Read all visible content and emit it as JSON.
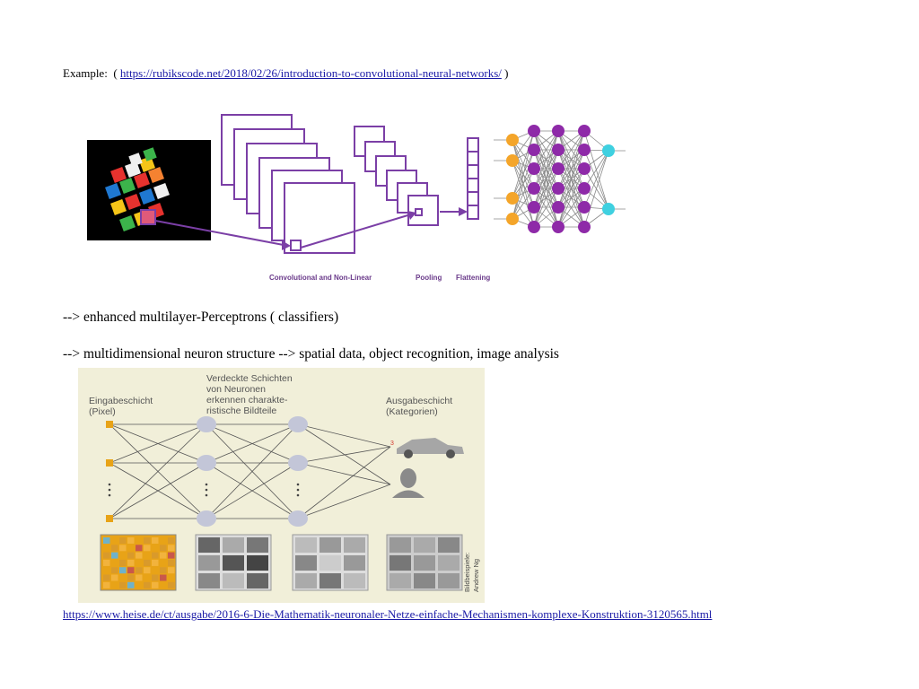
{
  "example": {
    "label": "Example:",
    "open_paren": "(",
    "link_text": "https://rubikscode.net/2018/02/26/introduction-to-convolutional-neural-networks/",
    "close_paren": ")"
  },
  "cnn_figure": {
    "labels": {
      "conv": "Convolutional and Non-Linear",
      "pooling": "Pooling",
      "flattening": "Flattening"
    },
    "colors": {
      "purple": "#7b3fa6",
      "node_purple": "#8e2aa8",
      "input_orange": "#f4a52a",
      "output_cyan": "#3fd0e0"
    }
  },
  "bullets": [
    "-->  enhanced multilayer-Perceptrons  ( classifiers)",
    "--> multidimensional neuron structure --> spatial data, object recognition, image analysis"
  ],
  "ann_figure": {
    "input_title_1": "Eingabeschicht",
    "input_title_2": "(Pixel)",
    "hidden_title_1": "Verdeckte Schichten",
    "hidden_title_2": "von Neuronen",
    "hidden_title_3": "erkennen charakte-",
    "hidden_title_4": "ristische Bildteile",
    "output_title_1": "Ausgabeschicht",
    "output_title_2": "(Kategorien)",
    "car_number": "3",
    "credit_1": "Bildbeispiele:",
    "credit_2": "Andrew Ng",
    "colors": {
      "background": "#f1efd9",
      "node": "#c3c6d8",
      "input_node": "#e8a317",
      "car_number": "#d43a2f"
    }
  },
  "bottom_link": "https://www.heise.de/ct/ausgabe/2016-6-Die-Mathematik-neuronaler-Netze-einfache-Mechanismen-komplexe-Konstruktion-3120565.html"
}
